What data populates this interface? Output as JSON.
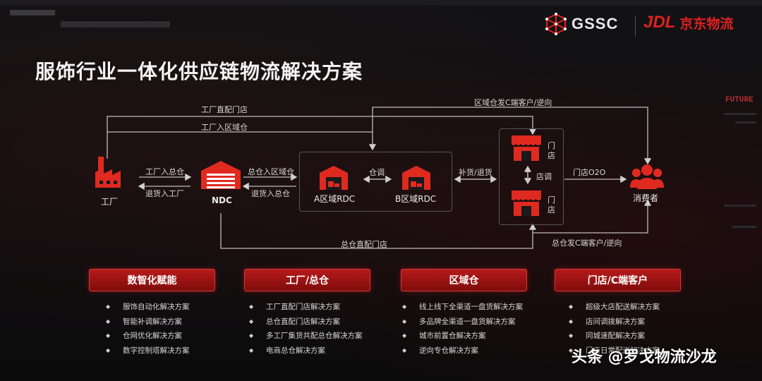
{
  "header": {
    "gssc_logo_text": "GSSC",
    "jdl_logo_text": "JDL",
    "jdl_logo_cn": "京东物流",
    "title": "服饰行业一体化供应链物流解决方案",
    "future_tag": "FUTURE"
  },
  "nodes": {
    "factory": "工厂",
    "ndc": "NDC",
    "rdc_a": "A区域RDC",
    "rdc_b": "B区域RDC",
    "store_top": "门店",
    "store_bottom": "门店",
    "consumer": "消费者"
  },
  "flows": {
    "factory_direct_store": "工厂直配门店",
    "factory_to_region_warehouse": "工厂入区域仓",
    "factory_to_main_warehouse": "工厂入总仓",
    "return_to_factory": "退货入工厂",
    "main_to_region_warehouse": "总仓入区域仓",
    "return_to_main_warehouse": "退货入总仓",
    "warehouse_transfer": "仓调",
    "replenish_return": "补货/退货",
    "store_transfer": "店调",
    "store_o2o": "门店O2O",
    "region_to_c_reverse": "区域仓发C端客户/逆向",
    "main_to_c_reverse": "总仓发C端客户/逆向",
    "main_direct_store": "总仓直配门店"
  },
  "categories": [
    {
      "title": "数智化赋能",
      "items": [
        "服饰自动化解决方案",
        "智能补调解决方案",
        "仓网优化解决方案",
        "数字控制塔解决方案"
      ]
    },
    {
      "title": "工厂/总仓",
      "items": [
        "工厂直配门店解决方案",
        "总仓直配门店解决方案",
        "多工厂集货共配总仓解决方案",
        "电商总仓解决方案"
      ]
    },
    {
      "title": "区域仓",
      "items": [
        "线上线下全渠道一盘货解决方案",
        "多品牌全渠道一盘货解决方案",
        "城市前置仓解决方案",
        "逆向专仓解决方案"
      ]
    },
    {
      "title": "门店/C端客户",
      "items": [
        "超级大店配送解决方案",
        "店间调拨解决方案",
        "同城速配解决方案",
        "门店日常配送解决方案"
      ]
    }
  ],
  "watermark": "头条 @罗戈物流沙龙",
  "colors": {
    "accent": "#d42020",
    "line": "#bdbdbd"
  }
}
